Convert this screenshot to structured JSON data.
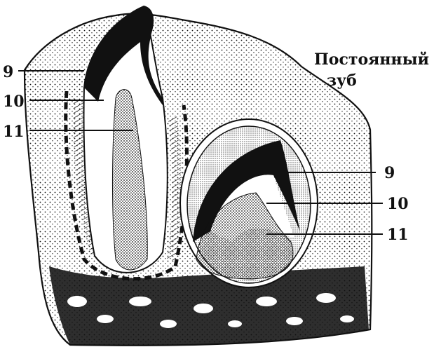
{
  "caption": {
    "line1": "Постоянный",
    "line2": "зуб"
  },
  "left_labels": [
    "9",
    "10",
    "11"
  ],
  "right_labels": [
    "9",
    "10",
    "11"
  ],
  "colors": {
    "ink": "#111111",
    "paper": "#ffffff",
    "dentin": "#cfcfcf"
  }
}
